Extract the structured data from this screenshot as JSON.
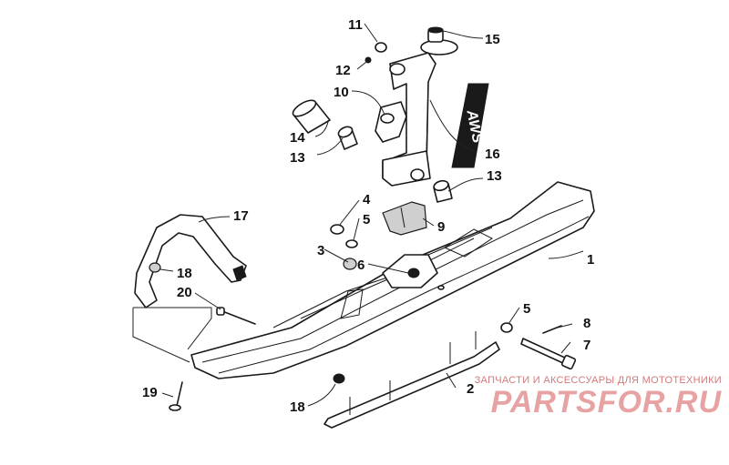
{
  "diagram": {
    "callouts": [
      {
        "id": "c1",
        "label": "1"
      },
      {
        "id": "c2",
        "label": "2"
      },
      {
        "id": "c3",
        "label": "3"
      },
      {
        "id": "c4",
        "label": "4"
      },
      {
        "id": "c5a",
        "label": "5"
      },
      {
        "id": "c5b",
        "label": "5"
      },
      {
        "id": "c6",
        "label": "6"
      },
      {
        "id": "c7",
        "label": "7"
      },
      {
        "id": "c8",
        "label": "8"
      },
      {
        "id": "c9",
        "label": "9"
      },
      {
        "id": "c10",
        "label": "10"
      },
      {
        "id": "c11",
        "label": "11"
      },
      {
        "id": "c12",
        "label": "12"
      },
      {
        "id": "c13a",
        "label": "13"
      },
      {
        "id": "c13b",
        "label": "13"
      },
      {
        "id": "c14",
        "label": "14"
      },
      {
        "id": "c15",
        "label": "15"
      },
      {
        "id": "c16",
        "label": "16"
      },
      {
        "id": "c17",
        "label": "17"
      },
      {
        "id": "c18a",
        "label": "18"
      },
      {
        "id": "c18b",
        "label": "18"
      },
      {
        "id": "c19",
        "label": "19"
      },
      {
        "id": "c20",
        "label": "20"
      }
    ],
    "decal_text": "AWS"
  },
  "watermark": {
    "subtitle": "ЗАПЧАСТИ И АКСЕССУАРЫ ДЛЯ МОТОТЕХНИКИ",
    "brand": "PARTSFOR.RU"
  },
  "colors": {
    "line": "#1a1a1a",
    "watermark": "#e7a3a3"
  }
}
